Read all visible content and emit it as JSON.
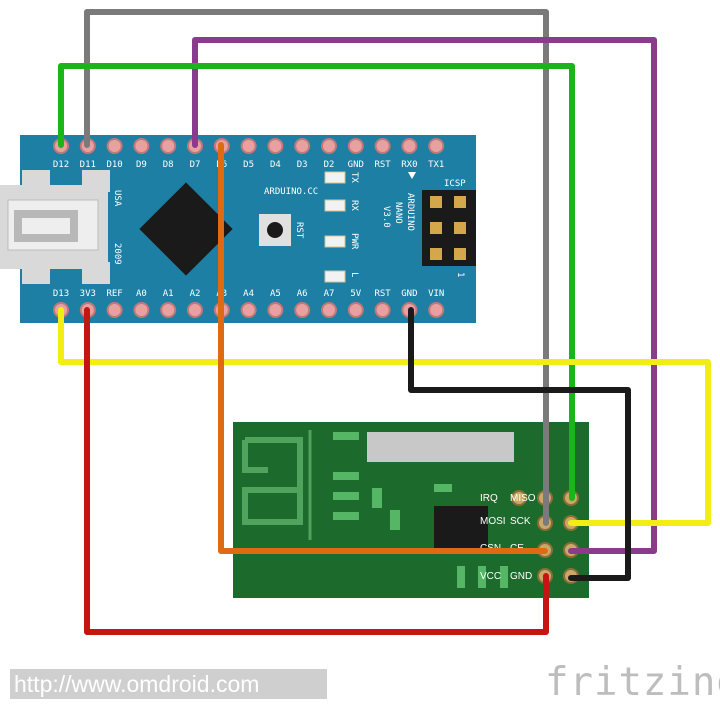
{
  "board": {
    "name": "ARDUINO NANO V3.0",
    "top_pins": [
      "D12",
      "D11",
      "D10",
      "D9",
      "D8",
      "D7",
      "D6",
      "D5",
      "D4",
      "D3",
      "D2",
      "GND",
      "RST",
      "RX0",
      "TX1"
    ],
    "bottom_pins": [
      "D13",
      "3V3",
      "REF",
      "A0",
      "A1",
      "A2",
      "A3",
      "A4",
      "A5",
      "A6",
      "A7",
      "5V",
      "RST",
      "GND",
      "VIN"
    ],
    "usb_label": "USA",
    "year_label": "2009",
    "site_label": "ARDUINO.CC",
    "name_lines": [
      "ARDUINO",
      "NANO",
      "V3.0"
    ],
    "rst_button_label": "RST",
    "leds": [
      "TX",
      "RX",
      "PWR",
      "L"
    ],
    "icsp_label": "ICSP",
    "icsp_pin1": "1"
  },
  "module": {
    "pin_labels_left": [
      "IRQ",
      "MOSI",
      "CSN",
      "VCC"
    ],
    "pin_labels_right": [
      "MISO",
      "SCK",
      "CE",
      "GND"
    ]
  },
  "wire_colors": {
    "gray": "#7a7a7a",
    "purple": "#8a3c8a",
    "green": "#19b51a",
    "yellow": "#f2ee14",
    "orange": "#e06a12",
    "black": "#1a1a1a",
    "red": "#c41414"
  },
  "footer": {
    "website": "http://www.omdroid.com",
    "brand": "fritzing"
  }
}
